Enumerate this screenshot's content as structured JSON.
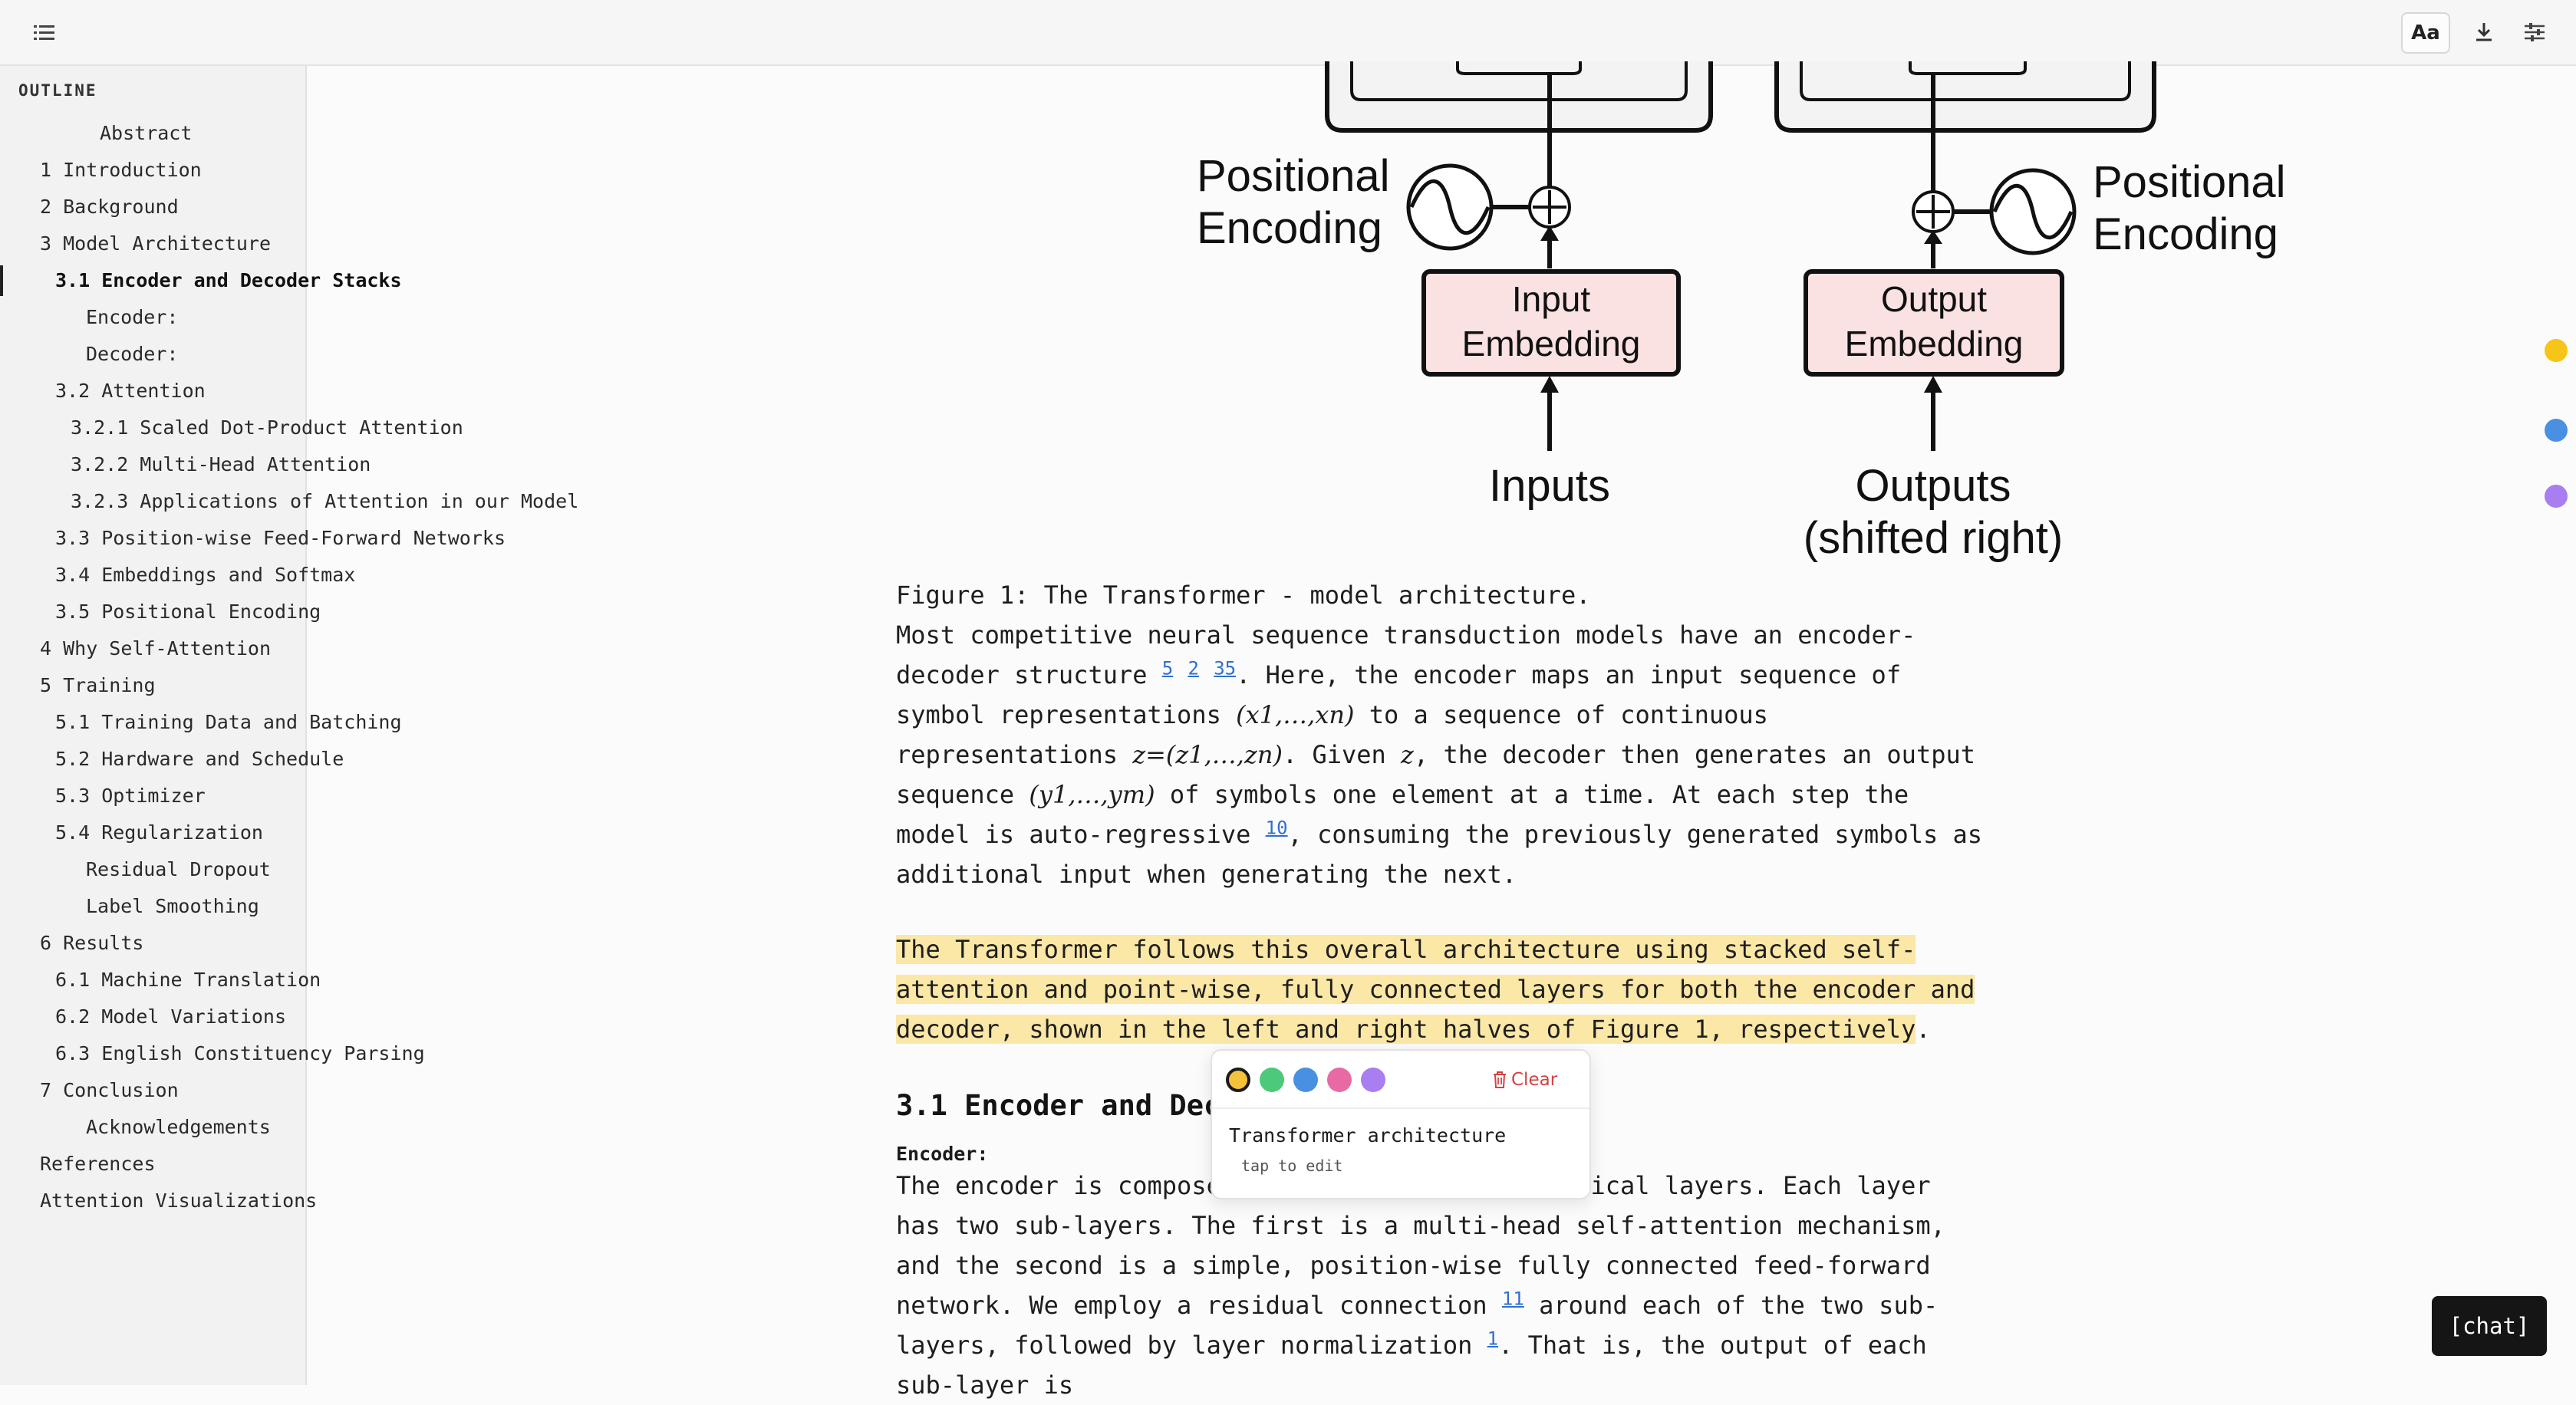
{
  "toolbar": {
    "menu_icon": "hamburger-list-icon",
    "font_label": "Aa",
    "download_icon": "download-icon",
    "settings_icon": "sliders-icon"
  },
  "sidebar": {
    "heading": "OUTLINE",
    "items": [
      {
        "label": "Abstract",
        "level": 0
      },
      {
        "label": "1 Introduction",
        "level": 1
      },
      {
        "label": "2 Background",
        "level": 1
      },
      {
        "label": "3 Model Architecture",
        "level": 1
      },
      {
        "label": "3.1 Encoder and Decoder Stacks",
        "level": 2,
        "active": true
      },
      {
        "label": "Encoder:",
        "level": 4
      },
      {
        "label": "Decoder:",
        "level": 4
      },
      {
        "label": "3.2 Attention",
        "level": 2
      },
      {
        "label": "3.2.1 Scaled Dot-Product Attention",
        "level": 3
      },
      {
        "label": "3.2.2 Multi-Head Attention",
        "level": 3
      },
      {
        "label": "3.2.3 Applications of Attention in our Model",
        "level": 3
      },
      {
        "label": "3.3 Position-wise Feed-Forward Networks",
        "level": 2
      },
      {
        "label": "3.4 Embeddings and Softmax",
        "level": 2
      },
      {
        "label": "3.5 Positional Encoding",
        "level": 2
      },
      {
        "label": "4 Why Self-Attention",
        "level": 1
      },
      {
        "label": "5 Training",
        "level": 1
      },
      {
        "label": "5.1 Training Data and Batching",
        "level": 2
      },
      {
        "label": "5.2 Hardware and Schedule",
        "level": 2
      },
      {
        "label": "5.3 Optimizer",
        "level": 2
      },
      {
        "label": "5.4 Regularization",
        "level": 2
      },
      {
        "label": "Residual Dropout",
        "level": 4
      },
      {
        "label": "Label Smoothing",
        "level": 4
      },
      {
        "label": "6 Results",
        "level": 1
      },
      {
        "label": "6.1 Machine Translation",
        "level": 2
      },
      {
        "label": "6.2 Model Variations",
        "level": 2
      },
      {
        "label": "6.3 English Constituency Parsing",
        "level": 2
      },
      {
        "label": "7 Conclusion",
        "level": 1
      },
      {
        "label": "Acknowledgements",
        "level": 4
      },
      {
        "label": "References",
        "level": 1
      },
      {
        "label": "Attention Visualizations",
        "level": 1
      }
    ]
  },
  "figure": {
    "pos_enc_left": "Positional\nEncoding",
    "pos_enc_right": "Positional\nEncoding",
    "input_embedding": "Input\nEmbedding",
    "output_embedding": "Output\nEmbedding",
    "inputs": "Inputs",
    "outputs": "Outputs\n(shifted right)",
    "caption": "Figure 1: The Transformer - model architecture."
  },
  "content": {
    "p1_a": "Most competitive neural sequence transduction models have an encoder-decoder structure ",
    "p1_refs": [
      "5",
      "2",
      "35"
    ],
    "p1_b": ". Here, the encoder maps an input sequence of symbol representations ",
    "p1_math1": "(x1,…,xn)",
    "p1_c": " to a sequence of continuous representations ",
    "p1_math2": "z=(z1,…,zn)",
    "p1_d": ". Given ",
    "p1_math3": "z",
    "p1_e": ", the decoder then generates an output sequence ",
    "p1_math4": "(y1,…,ym)",
    "p1_f": " of symbols one element at a time. At each step the model is auto-regressive ",
    "p1_ref4": "10",
    "p1_g": ", consuming the previously generated symbols as additional input when generating the next.",
    "p2_highlight": "The Transformer follows this overall architecture using stacked self-attention and point-wise, fully connected layers for both the encoder and decoder, shown in the left and right halves of Figure 1, respectively",
    "p2_end": ".",
    "section_heading": "3.1 Encoder and Decoder Stacks",
    "encoder_label": "Encoder:",
    "p3_a": "The encoder is composed of a stack of N=6 identical layers. Each layer has two sub-layers. The first is a multi-head self-attention mechanism, and the second is a simple, position-wise fully connected feed-forward network. We employ a residual connection ",
    "p3_ref1": "11",
    "p3_b": " around each of the two sub-layers, followed by layer normalization ",
    "p3_ref2": "1",
    "p3_c": ". That is, the output of each sub-layer is"
  },
  "popover": {
    "colors": [
      "#f5c33b",
      "#4cc97a",
      "#4a90e2",
      "#e76aa5",
      "#a87ef0"
    ],
    "selected_color": "#f5c33b",
    "clear_label": "Clear",
    "note": "Transformer architecture",
    "hint": "tap to edit"
  },
  "markers": [
    "#f5c518",
    "#4a90e2",
    "#a87ef0"
  ],
  "chat_label": "[chat]"
}
